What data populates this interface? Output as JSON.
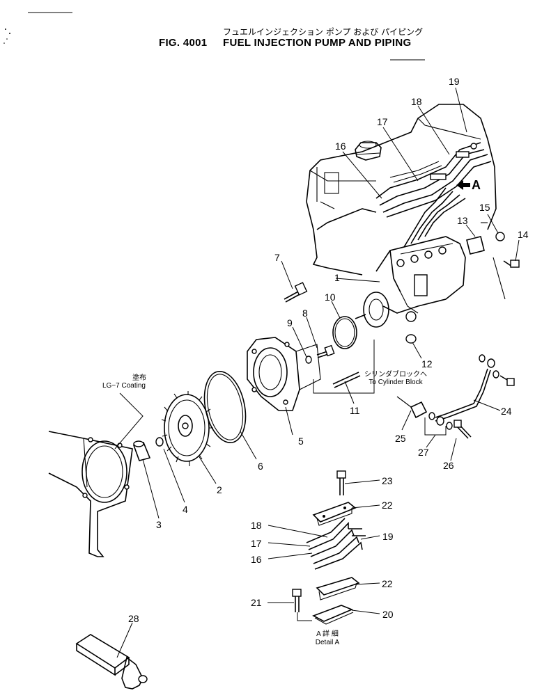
{
  "header": {
    "jp_title": "フュエルインジェクション ポンプ および パイピング",
    "fig_no": "FIG. 4001",
    "title": "FUEL INJECTION PUMP AND PIPING"
  },
  "notes": {
    "coating_jp": "塗布",
    "coating": "LG−7  Coating",
    "cyl_jp": "シリンダブロックへ",
    "cyl": "To  Cylinder  Block",
    "detail_jp": "A 詳 細",
    "detail": "Detail  A",
    "arrow_a": "A"
  },
  "callouts": [
    "1",
    "2",
    "3",
    "4",
    "5",
    "6",
    "7",
    "8",
    "9",
    "10",
    "11",
    "12",
    "13",
    "14",
    "15",
    "16",
    "17",
    "18",
    "19",
    "16",
    "17",
    "18",
    "19",
    "20",
    "21",
    "22",
    "22",
    "23",
    "24",
    "25",
    "26",
    "27",
    "28"
  ]
}
